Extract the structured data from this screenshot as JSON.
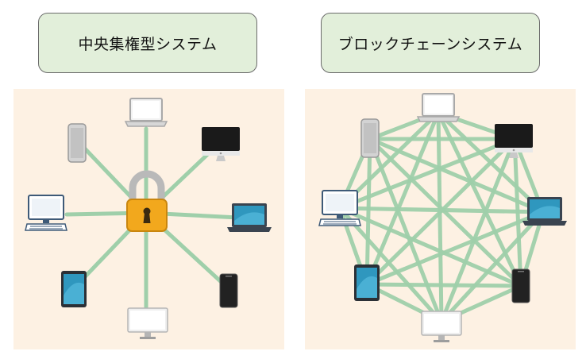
{
  "titles": {
    "centralized": "中央集権型システム",
    "blockchain": "ブロックチェーンシステム"
  },
  "colors": {
    "title_bg": "#e2efda",
    "panel_bg": "#fdf1e3",
    "link_green": "#9fcfaa",
    "lock_body": "#f2a81d",
    "lock_shackle": "#b9b9b9",
    "screen_blue": "#2f97be"
  },
  "centralized": {
    "hub": "padlock-icon",
    "devices": [
      "laptop-icon",
      "imac-icon",
      "laptop-blue-icon",
      "smartphone-black-icon",
      "monitor-icon",
      "tablet-icon",
      "desktop-pc-icon",
      "smartphone-silver-icon"
    ]
  },
  "blockchain": {
    "devices": [
      "laptop-icon",
      "imac-icon",
      "laptop-blue-icon",
      "smartphone-black-icon",
      "monitor-icon",
      "tablet-icon",
      "desktop-pc-icon",
      "smartphone-silver-icon"
    ],
    "topology": "full-mesh"
  }
}
